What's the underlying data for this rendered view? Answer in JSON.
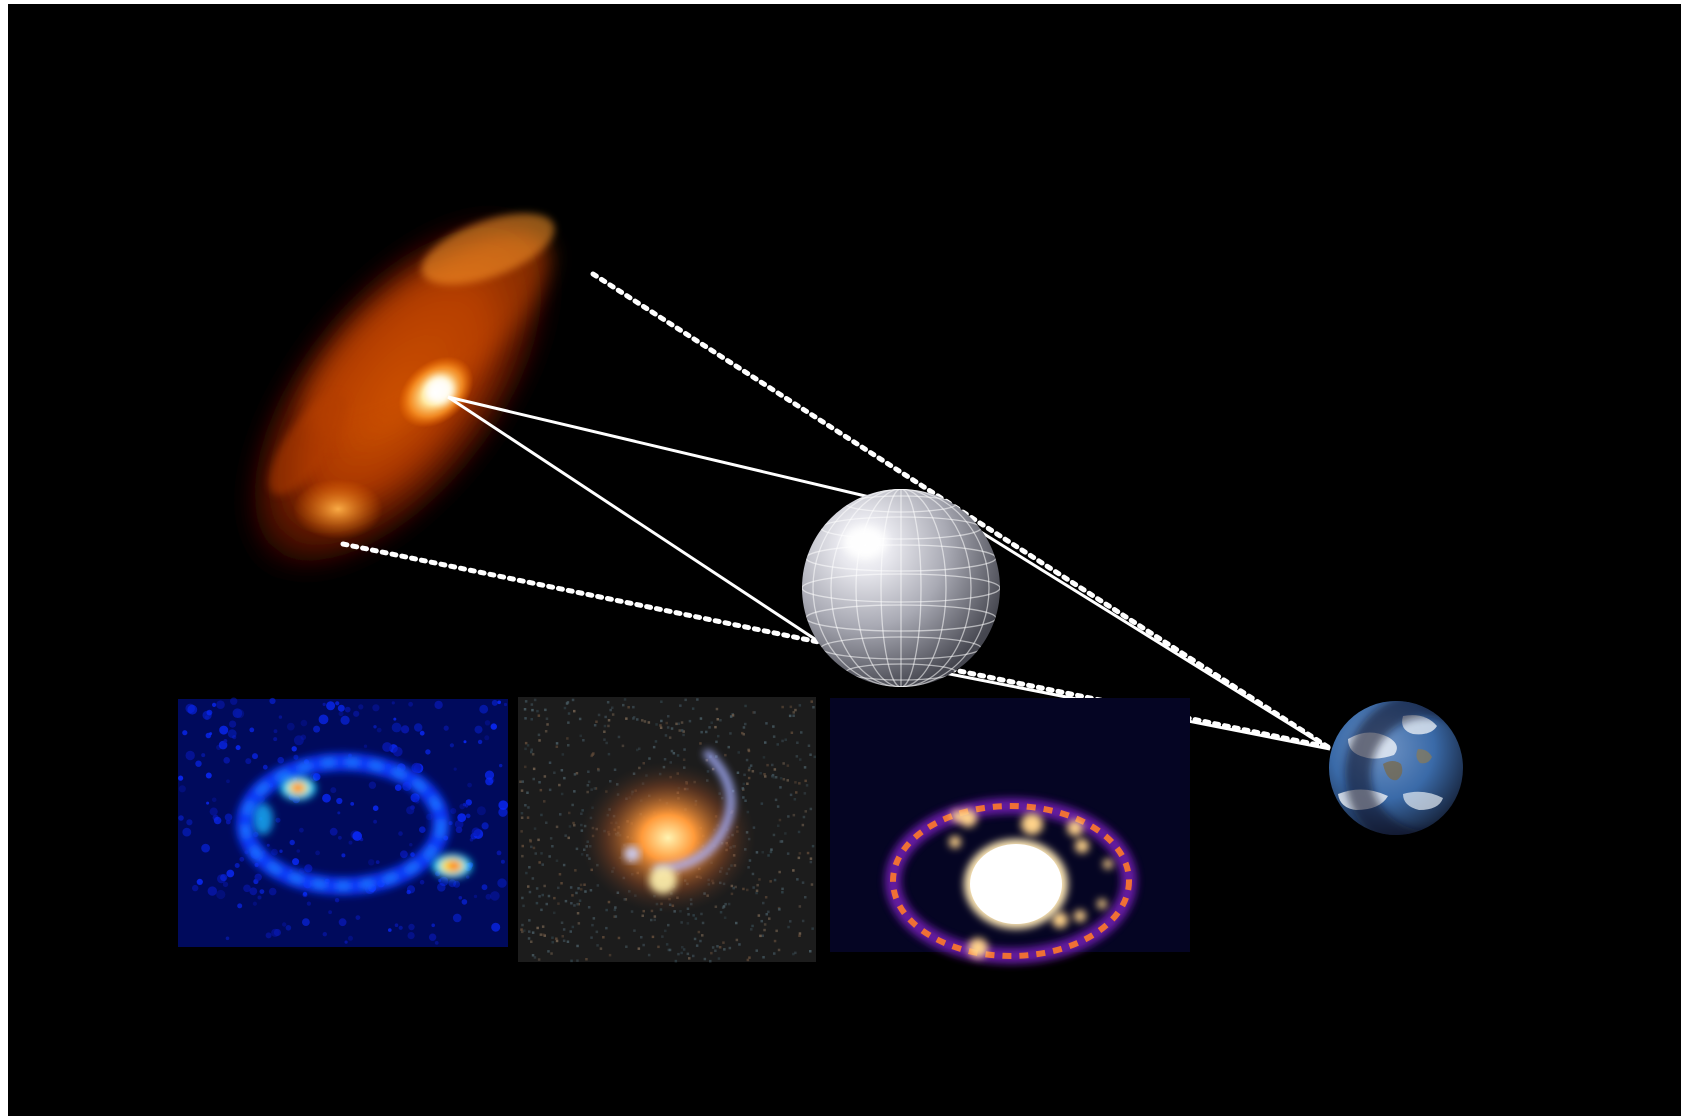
{
  "figure": {
    "background_color": "#000000",
    "components": [
      {
        "name": "lensed-source-galaxy",
        "description_colors": [
          "#ffffff",
          "#ffb04a",
          "#c44a00",
          "#5a1200"
        ]
      },
      {
        "name": "lens-mass-sphere",
        "description_colors": [
          "#f4f4f8",
          "#a9aab4",
          "#4b4c55"
        ]
      },
      {
        "name": "observer-earth",
        "description_colors": [
          "#3a6aa8",
          "#e8eef4",
          "#1c2b45"
        ]
      }
    ],
    "rays": {
      "style_solid": "solid",
      "style_dotted": "dotted",
      "color": "#ffffff"
    },
    "insets": [
      {
        "name": "radio-einstein-ring",
        "colormap": "jet",
        "colors": [
          "#000a5c",
          "#0a2aff",
          "#19d6ff",
          "#ffe51a",
          "#ff2a00"
        ]
      },
      {
        "name": "optical-einstein-ring",
        "colormap": "true-color",
        "colors": [
          "#1c1c1c",
          "#ff9a4a",
          "#a7b0ff"
        ]
      },
      {
        "name": "submm-einstein-ring",
        "colormap": "inferno",
        "colors": [
          "#050523",
          "#6b1aa8",
          "#ff7a2a",
          "#ffe8b5",
          "#ffffff"
        ]
      }
    ]
  }
}
